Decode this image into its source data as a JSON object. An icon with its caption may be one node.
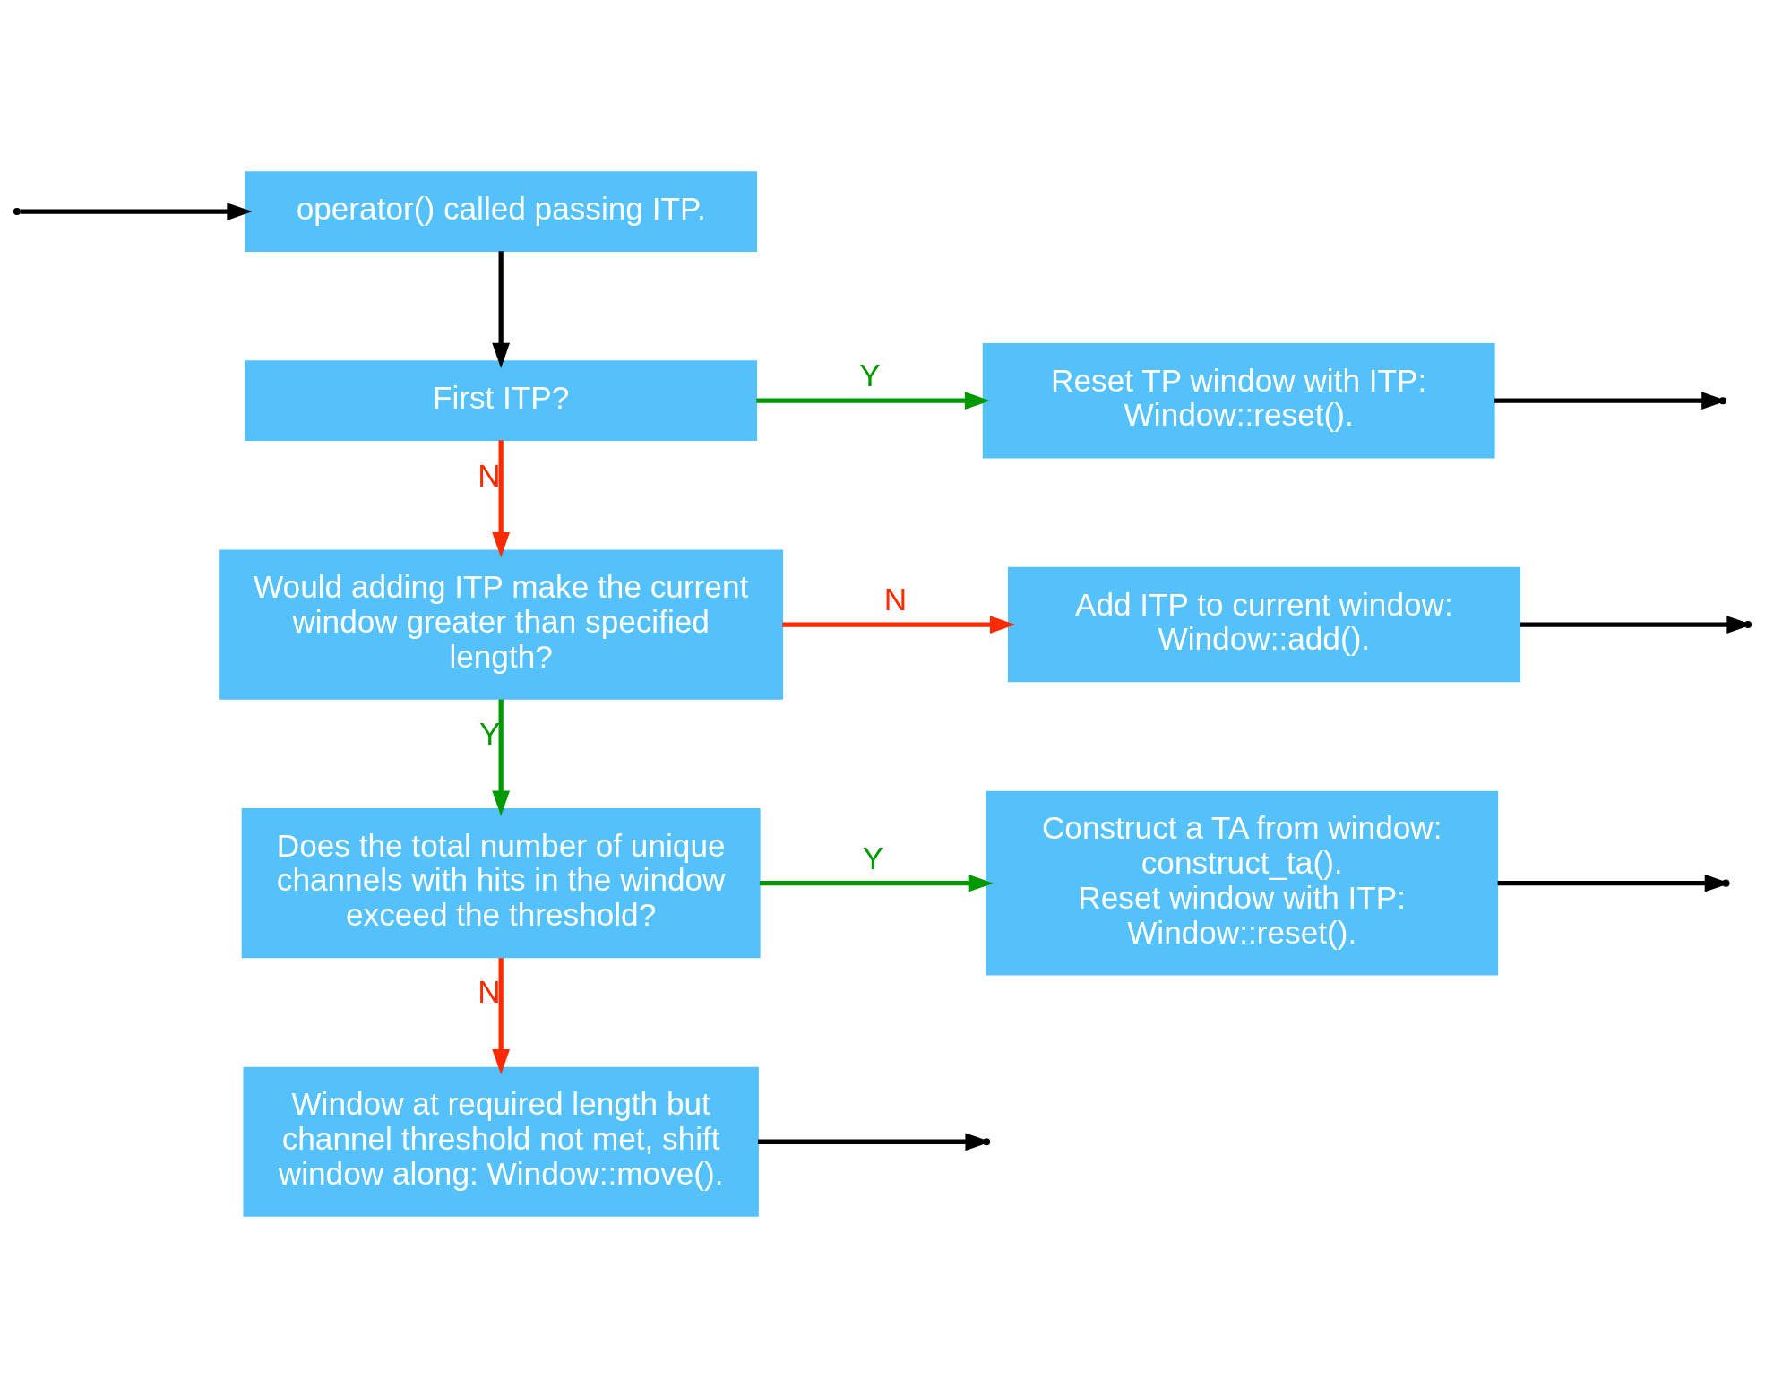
{
  "diagram": {
    "nodes": [
      {
        "text": [
          "operator() called passing ITP."
        ]
      },
      {
        "text": [
          "First ITP?"
        ]
      },
      {
        "text": [
          "Reset TP window with ITP:",
          "Window::reset()."
        ]
      },
      {
        "text": [
          "Would adding ITP make the current window greater than specified length?"
        ]
      },
      {
        "text": [
          "Add ITP to current window:",
          "Window::add()."
        ]
      },
      {
        "text": [
          "Does the total number of unique channels with hits in the window exceed the threshold?"
        ]
      },
      {
        "text": [
          "Construct a TA from window:",
          "construct_ta().",
          "Reset window with ITP:",
          "Window::reset()."
        ]
      },
      {
        "text": [
          "Window at required length but channel threshold not met, shift window along: Window::move()."
        ]
      }
    ],
    "edges": [
      {
        "from": null,
        "to": 0,
        "arrow": "to"
      },
      {
        "from": 0,
        "to": 1,
        "arrow": "to"
      },
      {
        "from": 1,
        "to": 2,
        "arrow": "to",
        "label": "Y",
        "color": "#009900"
      },
      {
        "from": 1,
        "to": 3,
        "arrow": "to",
        "label": "N",
        "color": "#ff2a00"
      },
      {
        "from": 3,
        "to": 4,
        "arrow": "to",
        "label": "N",
        "color": "#ff2a00"
      },
      {
        "from": 3,
        "to": 5,
        "arrow": "to",
        "label": "Y",
        "color": "#009900"
      },
      {
        "from": 5,
        "to": 6,
        "arrow": "to",
        "label": "Y",
        "color": "#009900"
      },
      {
        "from": 5,
        "to": 7,
        "arrow": "to",
        "label": "N",
        "color": "#ff2a00"
      },
      {
        "from": 2,
        "to": null,
        "arrow": "to"
      },
      {
        "from": 4,
        "to": null,
        "arrow": "to"
      },
      {
        "from": 6,
        "to": null,
        "arrow": "to"
      },
      {
        "from": 7,
        "to": null,
        "arrow": "to"
      }
    ]
  }
}
